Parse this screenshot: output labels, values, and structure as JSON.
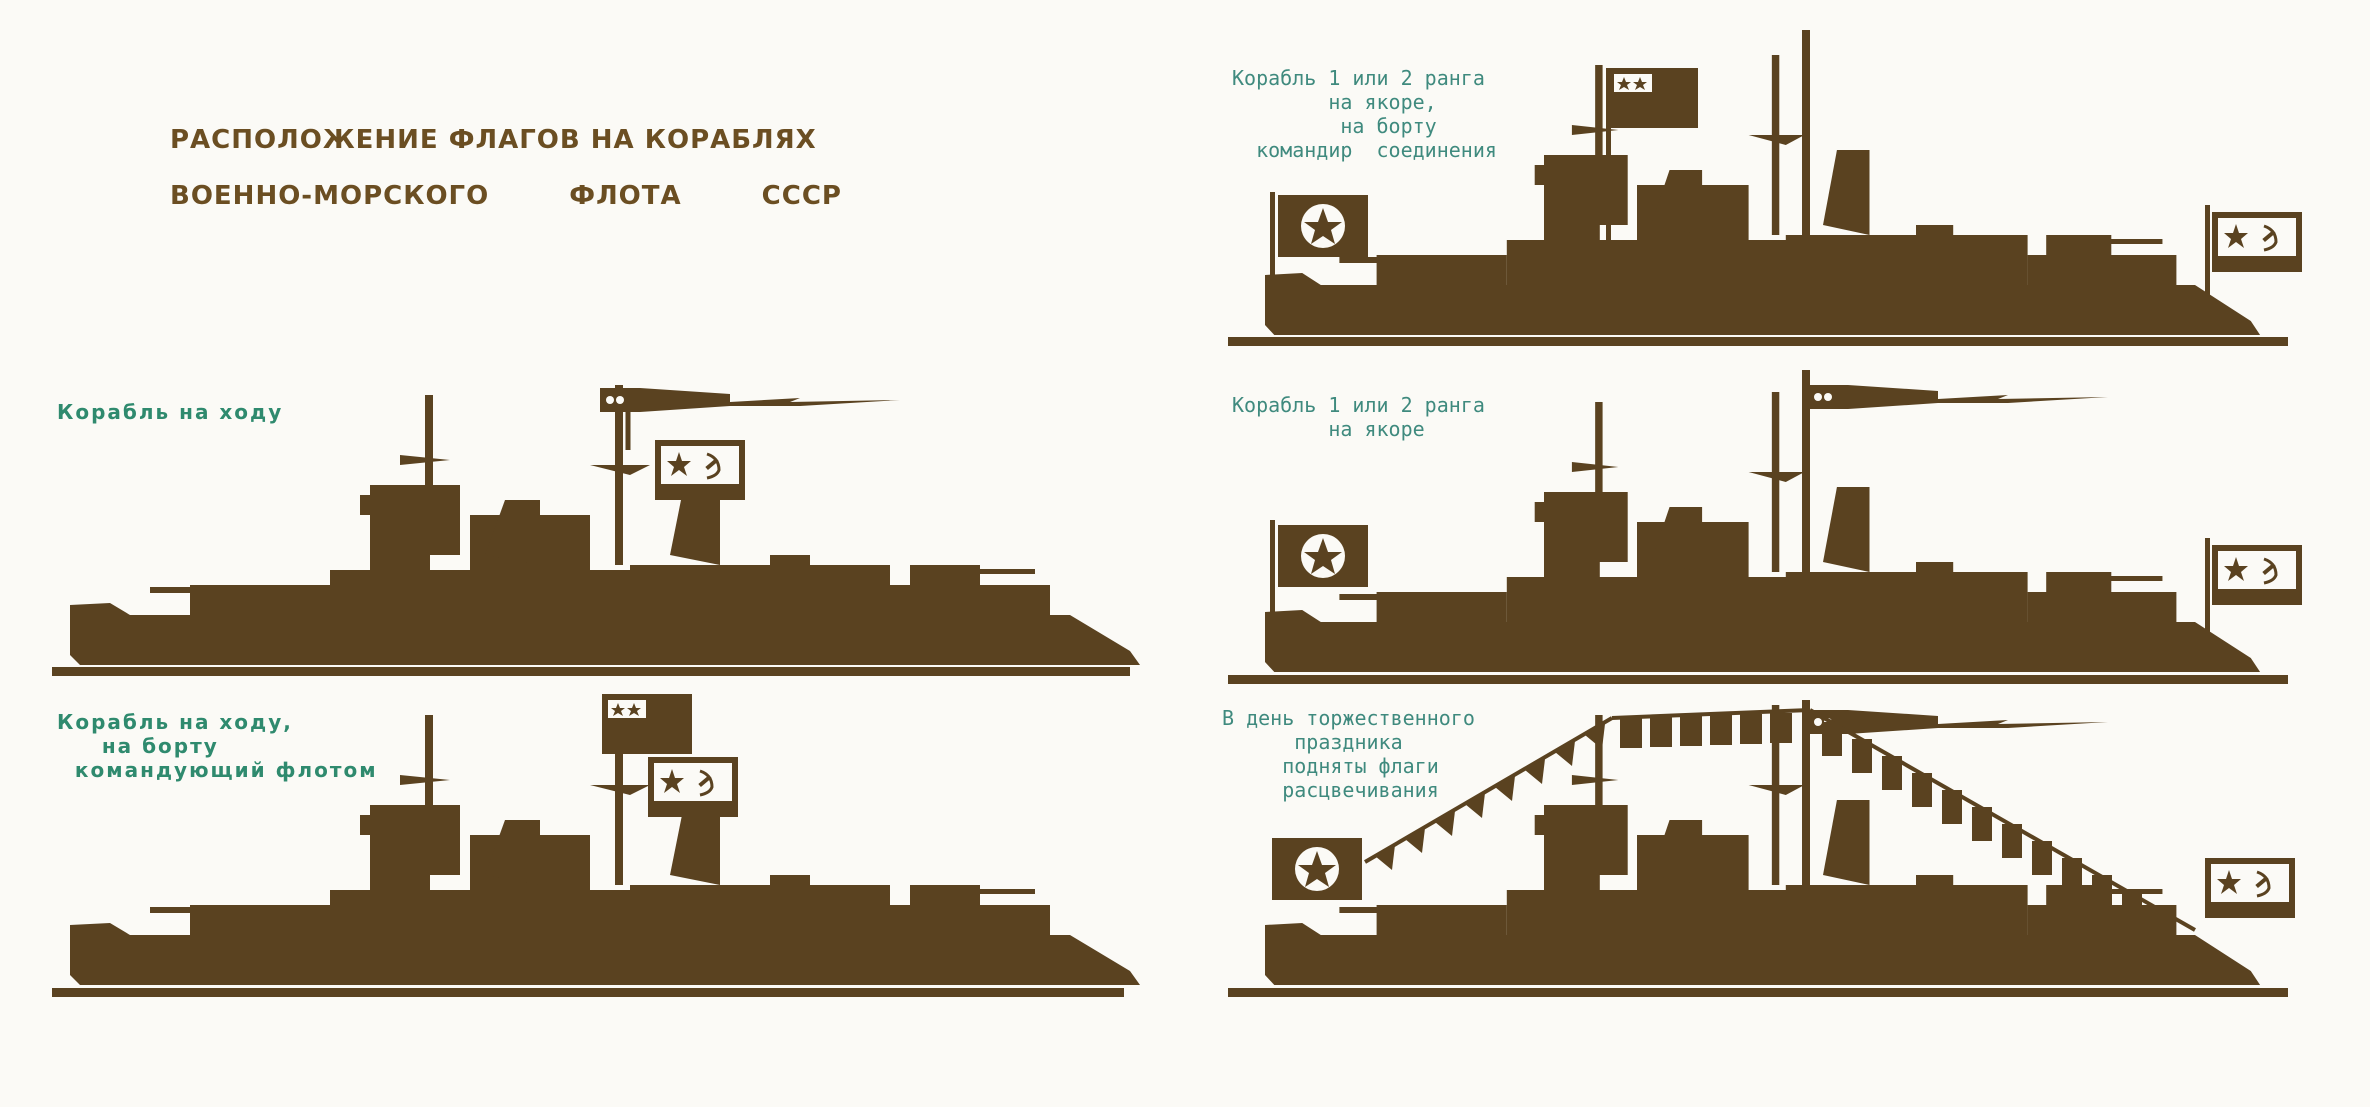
{
  "title": {
    "line1": "РАСПОЛОЖЕНИЕ ФЛАГОВ НА КОРАБЛЯХ",
    "line2": "ВОЕННО-МОРСКОГО ФЛОТА СССР"
  },
  "captions": {
    "underway": "Корабль на ходу",
    "underway_fleet_commander": "Корабль на ходу,\n     на борту\n  командующий флотом",
    "rank_anchor_formation": "Корабль 1 или 2 ранга\n        на якоре,\n         на борту\n  командир  соединения",
    "rank_anchor": "Корабль 1 или 2 ранга\n        на якоре",
    "holiday": "В день торжественного\n      праздника\n     подняты флаги\n     расцвечивания"
  },
  "colors": {
    "ship": "#5a4220",
    "flag_bg": "#fbfaf6",
    "title": "#6b4e22",
    "caption": "#3f8a7e"
  },
  "icons": [
    "naval-ensign",
    "jack",
    "commander-flag",
    "pennant",
    "signal-flags"
  ]
}
